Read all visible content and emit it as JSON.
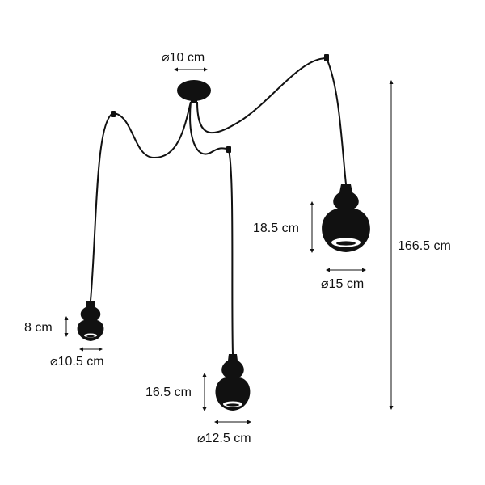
{
  "canopy": {
    "diameter_label": "⌀10 cm"
  },
  "lamps": [
    {
      "id": "left",
      "height_label": "8 cm",
      "diameter_label": "⌀10.5 cm"
    },
    {
      "id": "middle",
      "height_label": "16.5 cm",
      "diameter_label": "⌀12.5 cm"
    },
    {
      "id": "right",
      "height_label": "18.5 cm",
      "diameter_label": "⌀15 cm"
    }
  ],
  "total_height_label": "166.5 cm",
  "colors": {
    "line": "#111111",
    "lamp": "#111111",
    "glow": "#ffffff"
  }
}
